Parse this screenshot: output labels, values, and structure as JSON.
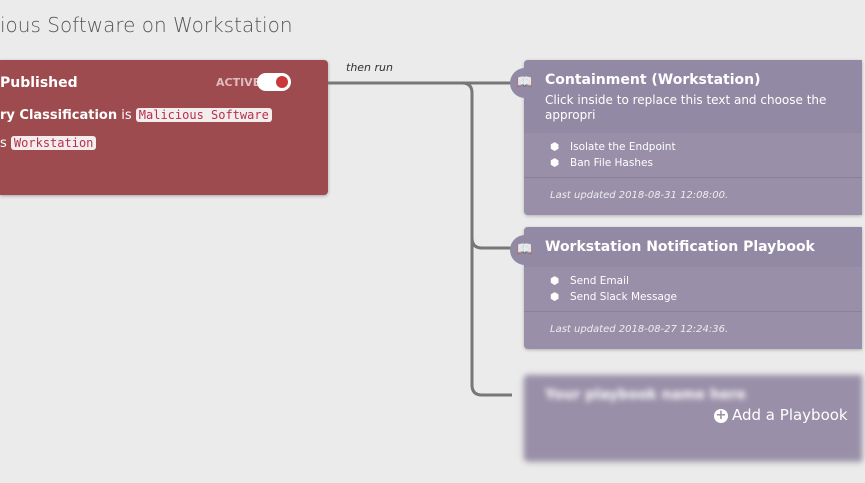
{
  "page": {
    "title": "ious Software on Workstation"
  },
  "rule": {
    "status": "Published",
    "active_label": "ACTIVE",
    "active": true,
    "condition1": {
      "field": "ry Classification",
      "op": "is",
      "value": "Malicious Software"
    },
    "condition2": {
      "op": "s",
      "value": "Workstation"
    }
  },
  "connector": {
    "label": "then run"
  },
  "playbooks": [
    {
      "name": "Containment (Workstation)",
      "description": "Click inside to replace this text and choose the appropri",
      "actions": [
        "Isolate the Endpoint",
        "Ban File Hashes"
      ],
      "updated": "Last updated 2018-08-31 12:08:00."
    },
    {
      "name": "Workstation Notification Playbook",
      "actions": [
        "Send Email",
        "Send Slack Message"
      ],
      "updated": "Last updated 2018-08-27 12:24:36."
    },
    {
      "name": "Your playbook name here"
    }
  ],
  "add_playbook": "Add a Playbook",
  "colors": {
    "rule": "#9e4b4f",
    "playbook": "#998fa8",
    "toggle": "#c9393b"
  }
}
